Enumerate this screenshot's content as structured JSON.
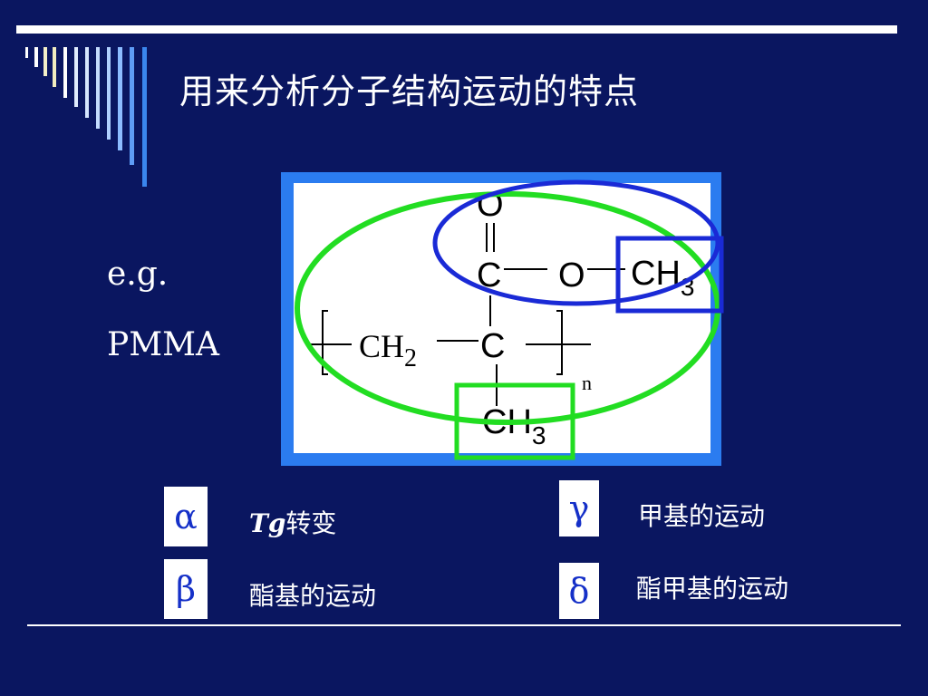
{
  "title": "用来分析分子结构运动的特点",
  "example": {
    "prefix": "e.g.",
    "polymer": "PMMA"
  },
  "structure": {
    "carbonyl_O": "O",
    "carbonyl_C": "C",
    "ester_O": "O",
    "ester_CH": "CH",
    "ester_CH_sub": "3",
    "backbone_CH": "CH",
    "backbone_CH_sub": "2",
    "backbone_C": "C",
    "repeat_n": "n",
    "pendant_CH": "CH",
    "pendant_CH_sub": "3",
    "colors": {
      "green_ellipse": "#22dd22",
      "blue_ellipse": "#1a2ad6",
      "blue_box": "#1a2ad6",
      "green_box": "#22dd22",
      "frame": "#2b7cf0"
    }
  },
  "transitions": [
    {
      "symbol": "α",
      "label_italic": "Tg",
      "label": "转变"
    },
    {
      "symbol": "β",
      "label": "酯基的运动"
    },
    {
      "symbol": "γ",
      "label": "甲基的运动"
    },
    {
      "symbol": "δ",
      "label": "酯甲基的运动"
    }
  ]
}
